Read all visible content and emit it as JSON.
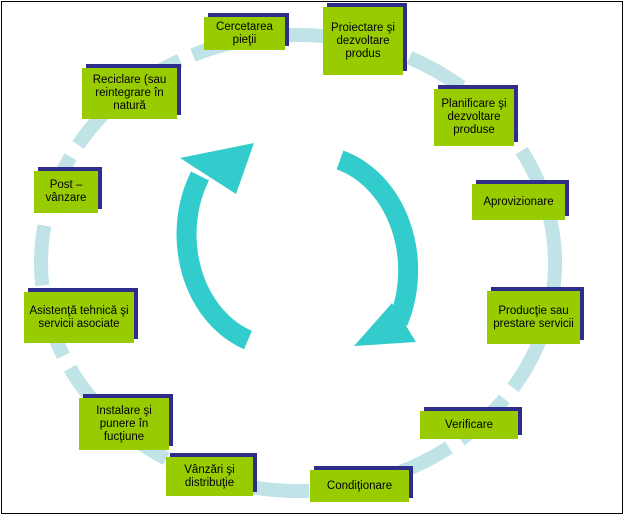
{
  "colors": {
    "ring": "#bfe3e6",
    "arrow": "#33cccc",
    "box_fill": "#99cc00",
    "box_shadow": "#2e2d8a"
  },
  "stages": [
    "Cercetarea pieţii",
    "Proiectare şi dezvoltare produs",
    "Planificare şi dezvoltare produse",
    "Aprovizionare",
    "Producţie sau prestare servicii",
    "Verificare",
    "Condiţionare",
    "Vânzări şi distribuţie",
    "Instalare şi punere în fucţiune",
    "Asistenţă tehnică şi servicii asociate",
    "Post – vânzare",
    "Reciclare (sau reintegrare în natură"
  ]
}
